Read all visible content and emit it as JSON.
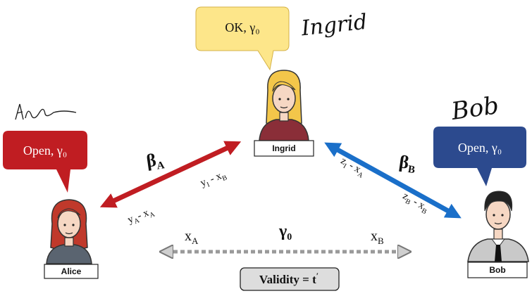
{
  "bubbles": {
    "ingrid": {
      "text": "OK, γ₀",
      "fill": "#fde68a",
      "stroke": "#d4b248"
    },
    "alice": {
      "text": "Open, γ₀",
      "fill": "#c01d22"
    },
    "bob": {
      "text": "Open, γ₀",
      "fill": "#2c4a8e"
    }
  },
  "participants": {
    "ingrid": {
      "name": "Ingrid",
      "signature": "Ingrid"
    },
    "alice": {
      "name": "Alice",
      "signature": "Alice"
    },
    "bob": {
      "name": "Bob",
      "signature": "Bob"
    }
  },
  "channels": {
    "alice_ingrid": {
      "label": "β",
      "sub": "A",
      "end_ingrid": "y",
      "end_ingrid_sub1": "I",
      "end_ingrid_mid": " - x",
      "end_ingrid_sub2": "B",
      "end_alice": "y",
      "end_alice_sub1": "A",
      "end_alice_mid": "- x",
      "end_alice_sub2": "A",
      "color": "#c01d22"
    },
    "ingrid_bob": {
      "label": "β",
      "sub": "B",
      "end_ingrid": "z",
      "end_ingrid_sub1": "I",
      "end_ingrid_mid": " - x",
      "end_ingrid_sub2": "A",
      "end_bob": "z",
      "end_bob_sub1": "B",
      "end_bob_mid": " - x",
      "end_bob_sub2": "B",
      "color": "#1a6fc9"
    },
    "virtual": {
      "label": "γ",
      "sub": "0",
      "left": "x",
      "left_sub": "A",
      "right": "x",
      "right_sub": "B"
    }
  },
  "validity": {
    "text": "Validity = t",
    "mark": "′"
  }
}
